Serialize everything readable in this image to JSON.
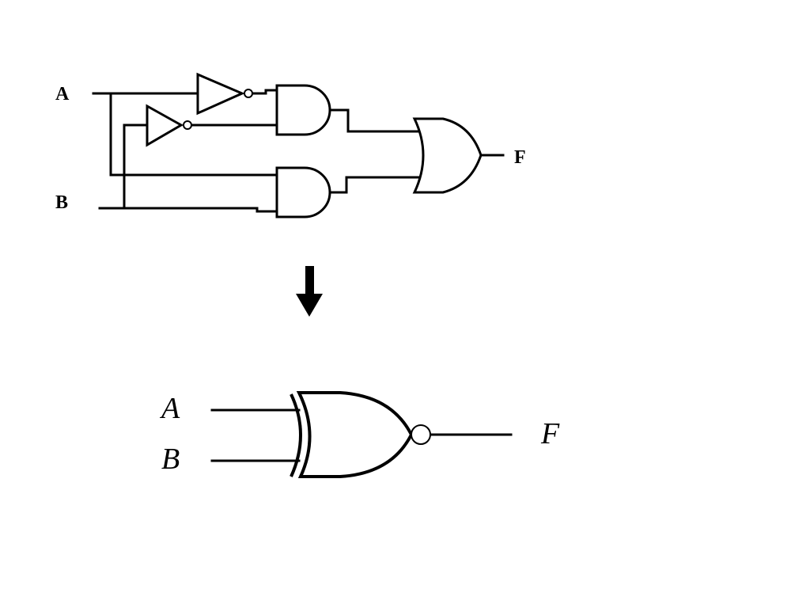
{
  "top_circuit": {
    "input_a": "A",
    "input_b": "B",
    "output": "F"
  },
  "bottom_circuit": {
    "input_a": "A",
    "input_b": "B",
    "output": "F"
  }
}
